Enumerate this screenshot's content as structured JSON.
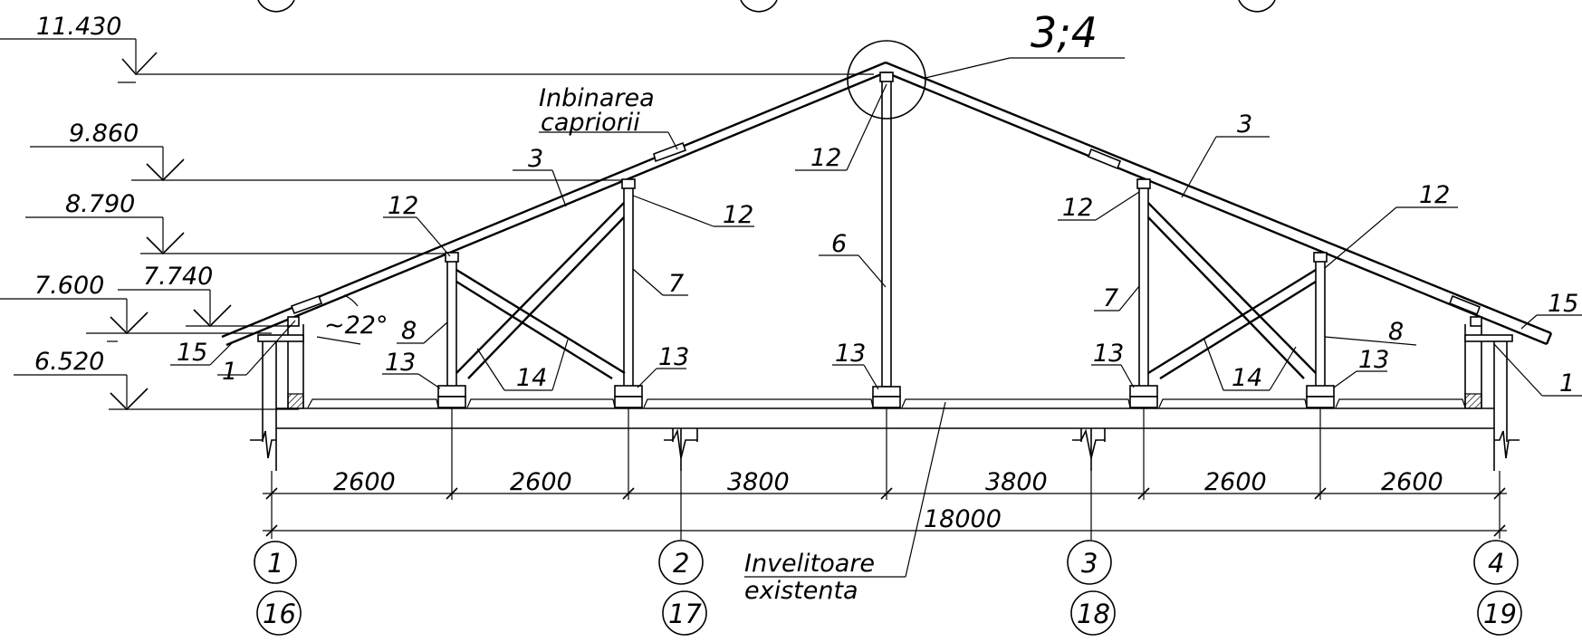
{
  "elevations": {
    "e11430": "11.430",
    "e9860": "9.860",
    "e8790": "8.790",
    "e7740": "7.740",
    "e7600": "7.600",
    "e6520": "6.520"
  },
  "detail_ref": "3;4",
  "notes": {
    "joint_line1": "Inbinarea",
    "joint_line2": "capriorii",
    "existing_line1": "Invelitoare",
    "existing_line2": "existenta",
    "angle": "~22°"
  },
  "marks": {
    "m1_left": "1",
    "m1_right": "1",
    "m3_left": "3",
    "m3_right": "3",
    "m6": "6",
    "m7_left": "7",
    "m7_right": "7",
    "m8_left": "8",
    "m8_right": "8",
    "m12_a": "12",
    "m12_b": "12",
    "m12_c": "12",
    "m12_d": "12",
    "m12_e": "12",
    "m13_a": "13",
    "m13_b": "13",
    "m13_c": "13",
    "m13_d": "13",
    "m13_e": "13",
    "m14_left": "14",
    "m14_right": "14",
    "m15_left": "15",
    "m15_right": "15"
  },
  "dimensions": {
    "d1": "2600",
    "d2": "2600",
    "d3": "3800",
    "d4": "3800",
    "d5": "2600",
    "d6": "2600",
    "total": "18000"
  },
  "axes": {
    "a1": "1",
    "a2": "2",
    "a3": "3",
    "a4": "4",
    "b16": "16",
    "b17": "17",
    "b18": "18",
    "b19": "19"
  }
}
